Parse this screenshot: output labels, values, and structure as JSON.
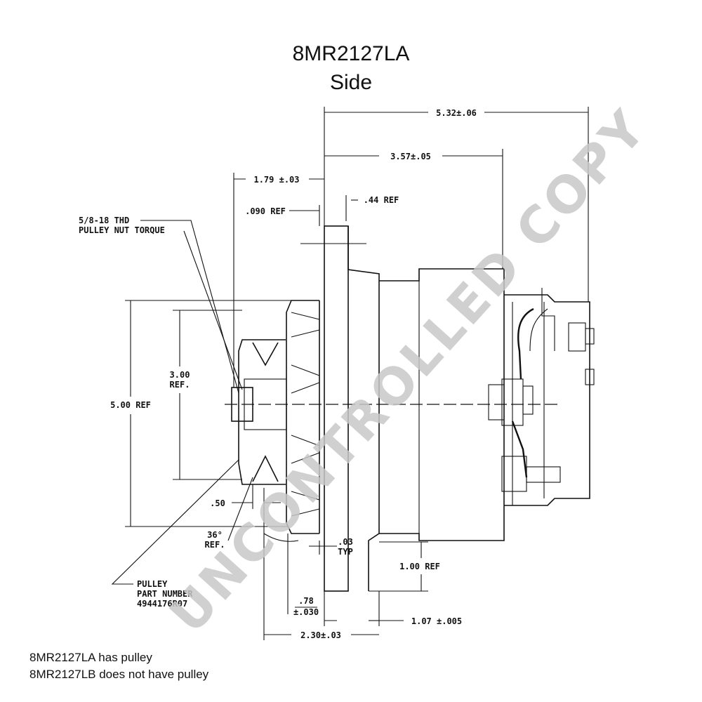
{
  "title": "8MR2127LA",
  "subtitle": "Side",
  "watermark": "UNCONTROLLED COPY",
  "notes": [
    "8MR2127LA has pulley",
    "8MR2127LB does not have pulley"
  ],
  "dimensions": {
    "overall_length": "5.32±.06",
    "housing_length": "3.57±.05",
    "pulley_offset": "1.79 ±.03",
    "gap_090": ".090 REF",
    "gap_44": ".44 REF",
    "thread_line1": "5/8-18 THD",
    "thread_line2": "PULLEY NUT TORQUE",
    "pulley_dia_line1": "3.00",
    "pulley_dia_line2": "REF.",
    "fan_dia": "5.00 REF",
    "groove_width": ".50",
    "angle_line1": "36°",
    "angle_line2": "REF.",
    "typ_line1": ".03",
    "typ_line2": "TYP",
    "mount_ref": "1.00 REF",
    "pulley_label_line1": "PULLEY",
    "pulley_label_line2": "PART NUMBER",
    "pulley_label_line3": "4944176R07",
    "gap_78_line1": ".78",
    "gap_78_line2": "±.030",
    "ear_width": "1.07 ±.005",
    "pulley_to_mount": "2.30±.03"
  },
  "colors": {
    "ink": "#111111",
    "watermark": "#c8c8c8"
  }
}
